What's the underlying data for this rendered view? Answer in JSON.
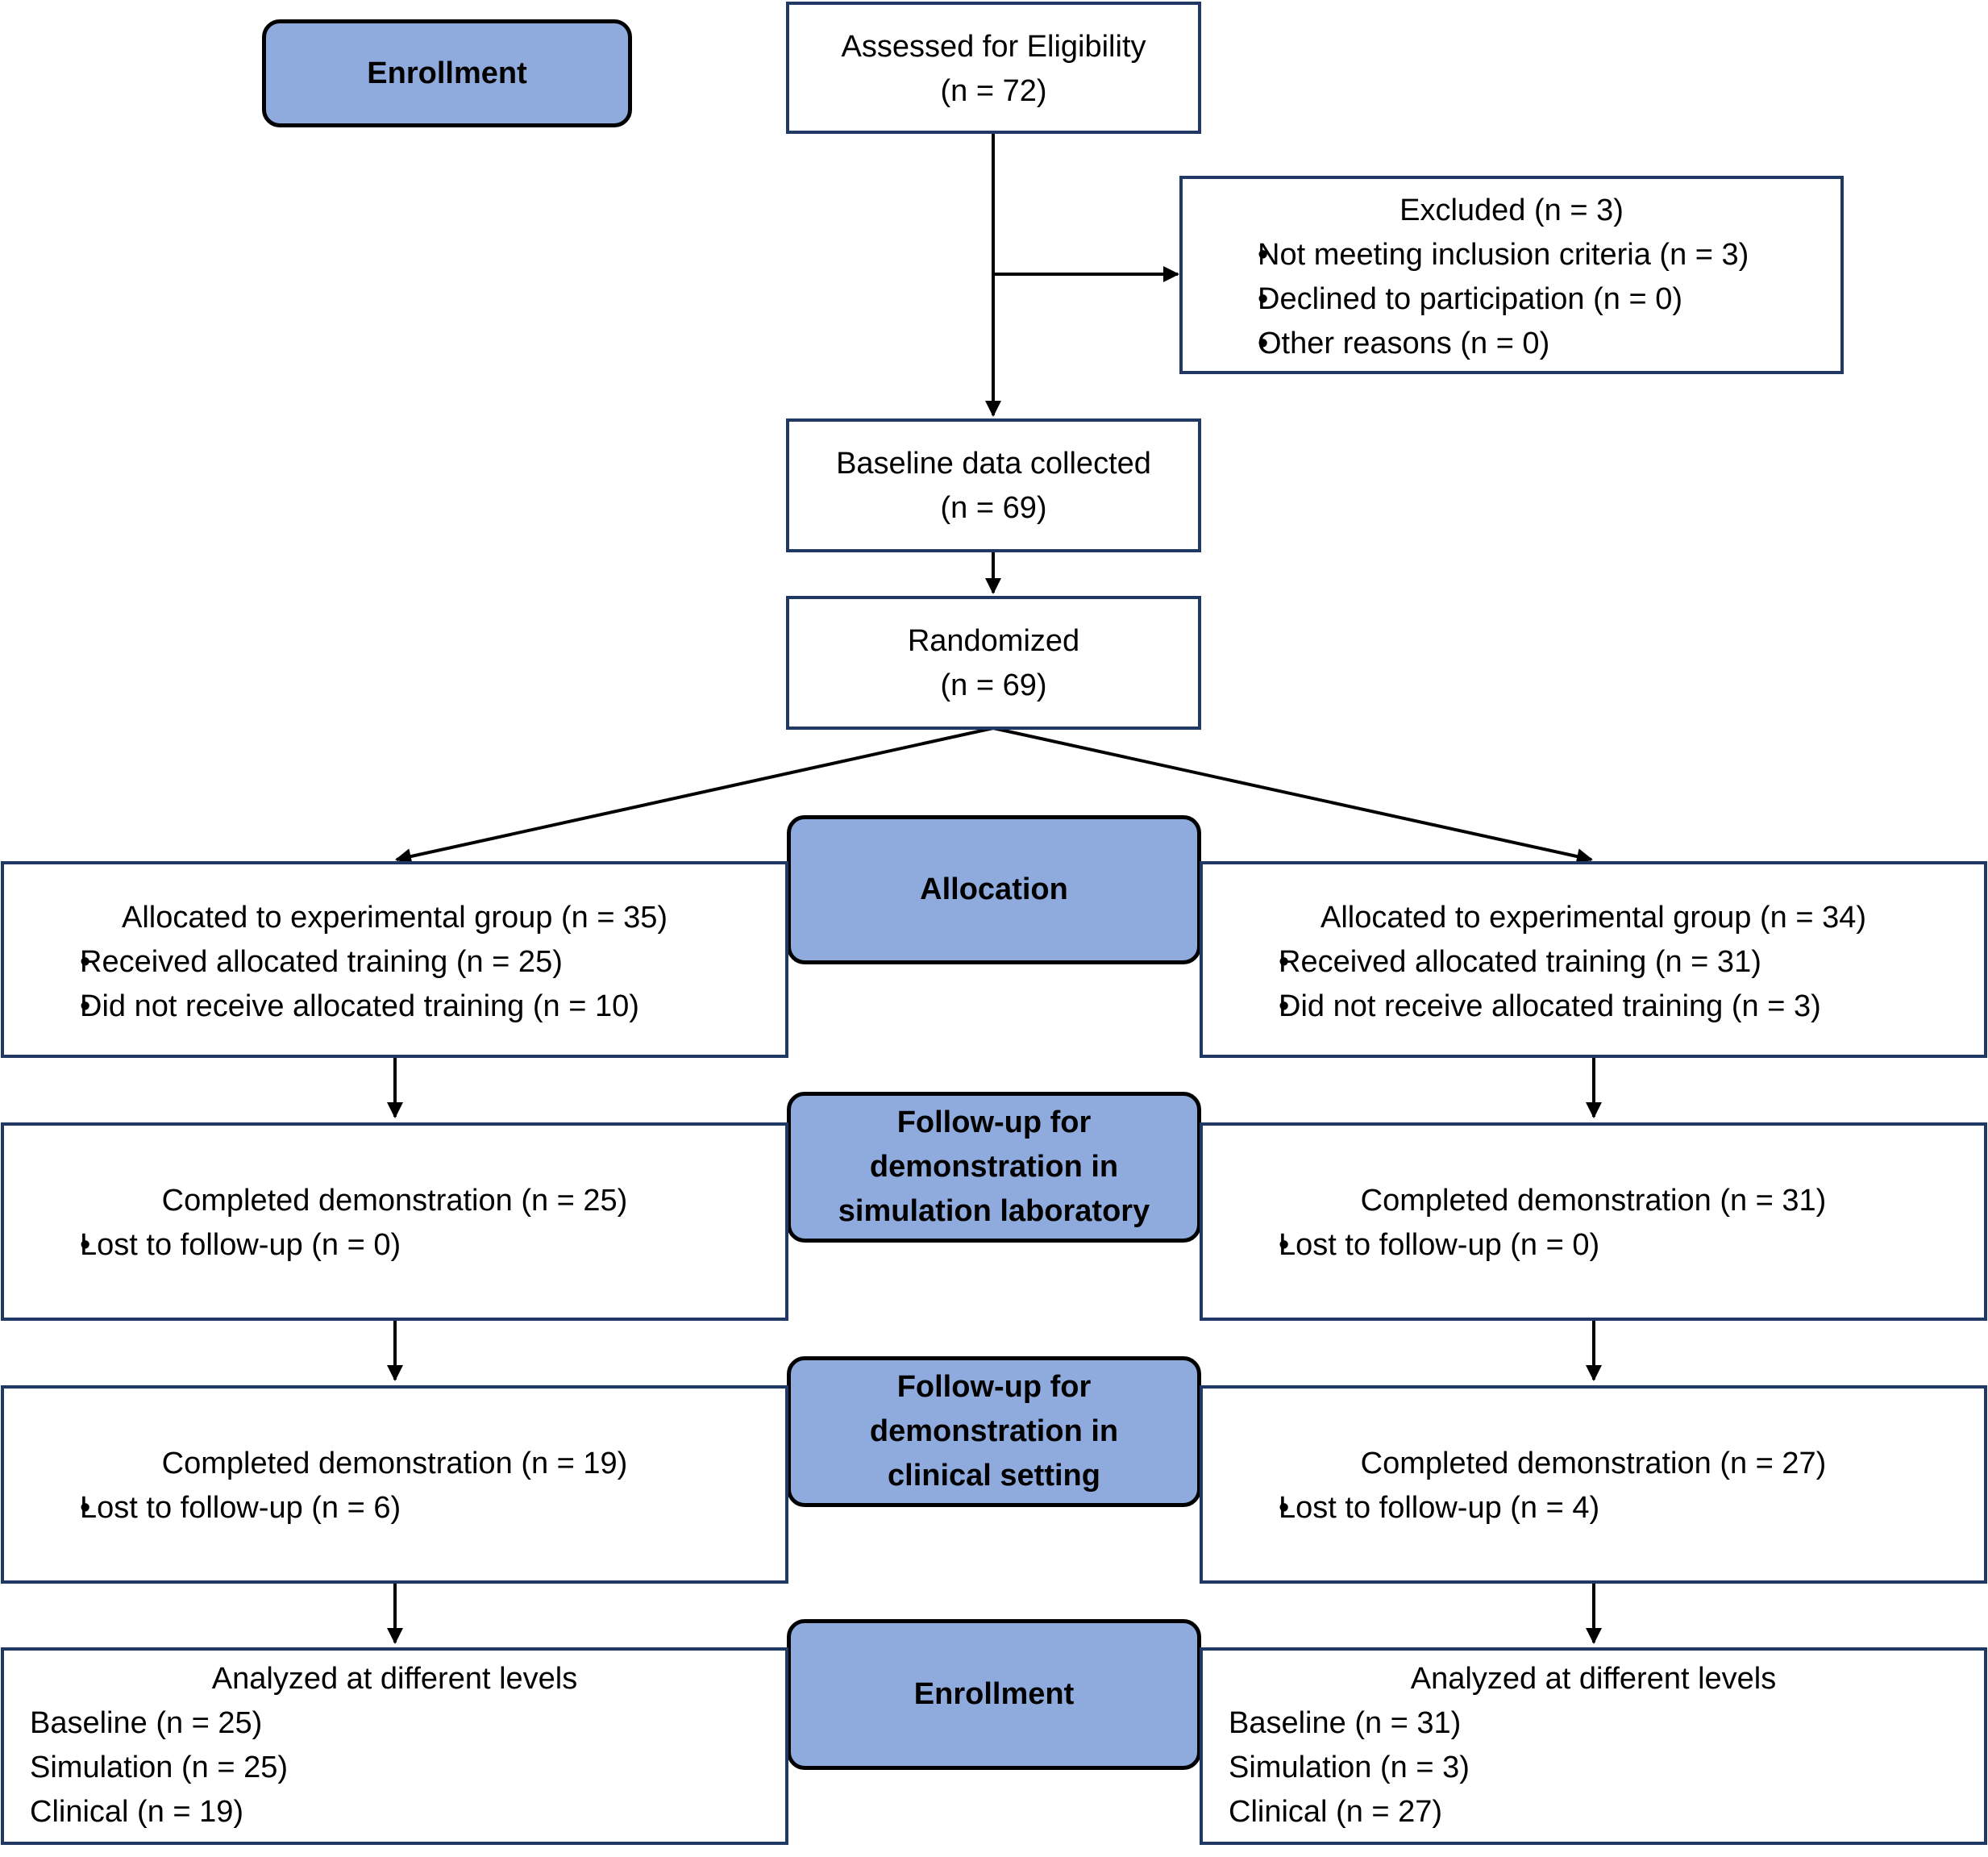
{
  "stages": {
    "enrollment_top": "Enrollment",
    "allocation": "Allocation",
    "followup_sim": [
      "Follow-up for",
      "demonstration in",
      "simulation laboratory"
    ],
    "followup_clinical": [
      "Follow-up for",
      "demonstration in",
      "clinical setting"
    ],
    "enrollment_bottom": "Enrollment"
  },
  "assessed": {
    "title": "Assessed for Eligibility",
    "n": "(n = 72)"
  },
  "excluded": {
    "title": "Excluded (n = 3)",
    "items": [
      "Not meeting inclusion criteria (n = 3)",
      "Declined to participation (n = 0)",
      "Other reasons (n = 0)"
    ]
  },
  "baseline": {
    "title": "Baseline data collected",
    "n": "(n = 69)"
  },
  "randomized": {
    "title": "Randomized",
    "n": "(n = 69)"
  },
  "left": {
    "allocation": {
      "title": "Allocated to experimental group (n = 35)",
      "items": [
        "Received allocated training (n = 25)",
        "Did not receive allocated training (n = 10)"
      ]
    },
    "sim": {
      "title": "Completed demonstration (n = 25)",
      "items": [
        "Lost to follow-up (n = 0)"
      ]
    },
    "clinical": {
      "title": "Completed demonstration (n = 19)",
      "items": [
        "Lost to follow-up (n = 6)"
      ]
    },
    "analyzed": {
      "title": "Analyzed at different levels",
      "lines": [
        "Baseline (n = 25)",
        "Simulation (n = 25)",
        "Clinical (n = 19)"
      ]
    }
  },
  "right": {
    "allocation": {
      "title": "Allocated to experimental group (n = 34)",
      "items": [
        "Received allocated training (n = 31)",
        "Did not receive allocated training (n = 3)"
      ]
    },
    "sim": {
      "title": "Completed demonstration (n = 31)",
      "items": [
        "Lost to follow-up (n = 0)"
      ]
    },
    "clinical": {
      "title": "Completed demonstration (n = 27)",
      "items": [
        "Lost to follow-up (n = 4)"
      ]
    },
    "analyzed": {
      "title": "Analyzed at different levels",
      "lines": [
        "Baseline (n = 31)",
        "Simulation (n = 3)",
        "Clinical (n = 27)"
      ]
    }
  }
}
